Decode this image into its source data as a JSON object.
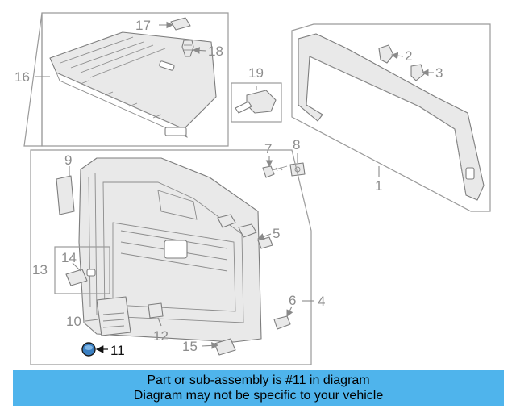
{
  "callouts": {
    "c1": "1",
    "c2": "2",
    "c3": "3",
    "c4": "4",
    "c5": "5",
    "c6": "6",
    "c7": "7",
    "c8": "8",
    "c9": "9",
    "c10": "10",
    "c11": "11",
    "c12": "12",
    "c13": "13",
    "c14": "14",
    "c15": "15",
    "c16": "16",
    "c17": "17",
    "c18": "18",
    "c19": "19"
  },
  "highlighted_part": "11",
  "colors": {
    "banner": "#4fb4ec",
    "highlight_part": "#3a7fc1",
    "line": "#8a8a8a"
  },
  "banner": {
    "line1": "Part or sub-assembly is #11 in diagram",
    "line2": "Diagram may not be specific to your vehicle"
  }
}
